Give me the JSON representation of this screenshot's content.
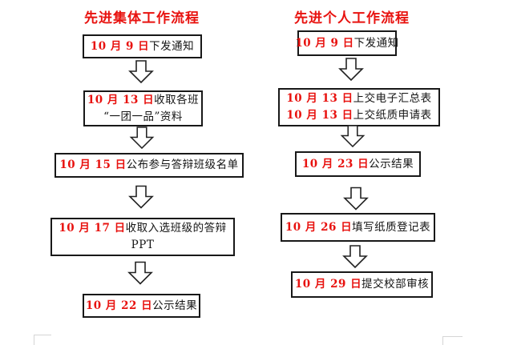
{
  "colors": {
    "accent_red": "#e8120f",
    "text_black": "#141414",
    "box_border": "#181818",
    "page_background": "#ffffff",
    "margin_mark_gray": "#d5d5d5"
  },
  "icons": {
    "down_arrow": "hollow-down-block-arrow"
  },
  "left": {
    "title": "先进集体工作流程",
    "steps": [
      {
        "date1": "10 月 9 日",
        "text1": "下发通知"
      },
      {
        "date1": "10 月 13 日",
        "text1": "收取各班",
        "text2": "“一团一品”资料"
      },
      {
        "date1": "10 月 15 日",
        "text1": "公布参与答辩班级名单"
      },
      {
        "date1": "10 月 17 日",
        "text1": "收取入选班级的答辩",
        "text2": "PPT"
      },
      {
        "date1": "10 月 22 日",
        "text1": "公示结果"
      }
    ]
  },
  "right": {
    "title": "先进个人工作流程",
    "steps": [
      {
        "date1": "10 月 9 日",
        "text1": "下发通知"
      },
      {
        "date1": "10 月 13 日",
        "text1": "上交电子汇总表",
        "date2": "10 月 13 日",
        "text2": "上交纸质申请表"
      },
      {
        "date1": "10 月 23 日",
        "text1": "公示结果"
      },
      {
        "date1": "10 月 26 日",
        "text1": "填写纸质登记表"
      },
      {
        "date1": "10 月 29 日",
        "text1": "提交校部审核"
      }
    ]
  }
}
